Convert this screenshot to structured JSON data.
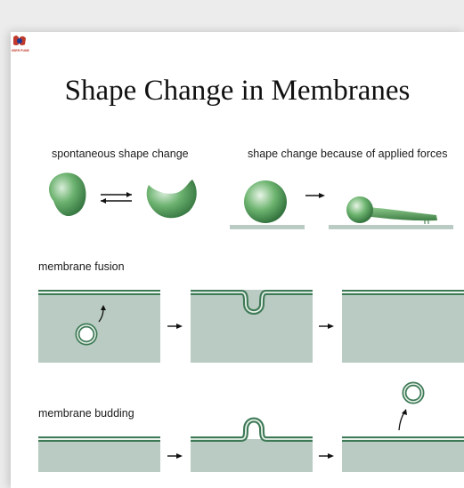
{
  "slide": {
    "title": "Shape Change in Membranes",
    "labels": {
      "spontaneous": "spontaneous shape change",
      "applied_forces": "shape change because of applied forces",
      "fusion": "membrane fusion",
      "budding": "membrane budding"
    },
    "logo": {
      "icon": "institution-logo-icon",
      "text": "IISER PUNE"
    }
  },
  "colors": {
    "background": "#ececec",
    "slide": "#ffffff",
    "panel": "#b9cbc2",
    "membrane_dark": "#3f7a57",
    "membrane_light": "#e9f3ec",
    "vesicle_green": "#5aa35f",
    "logo_red": "#c0392b"
  }
}
